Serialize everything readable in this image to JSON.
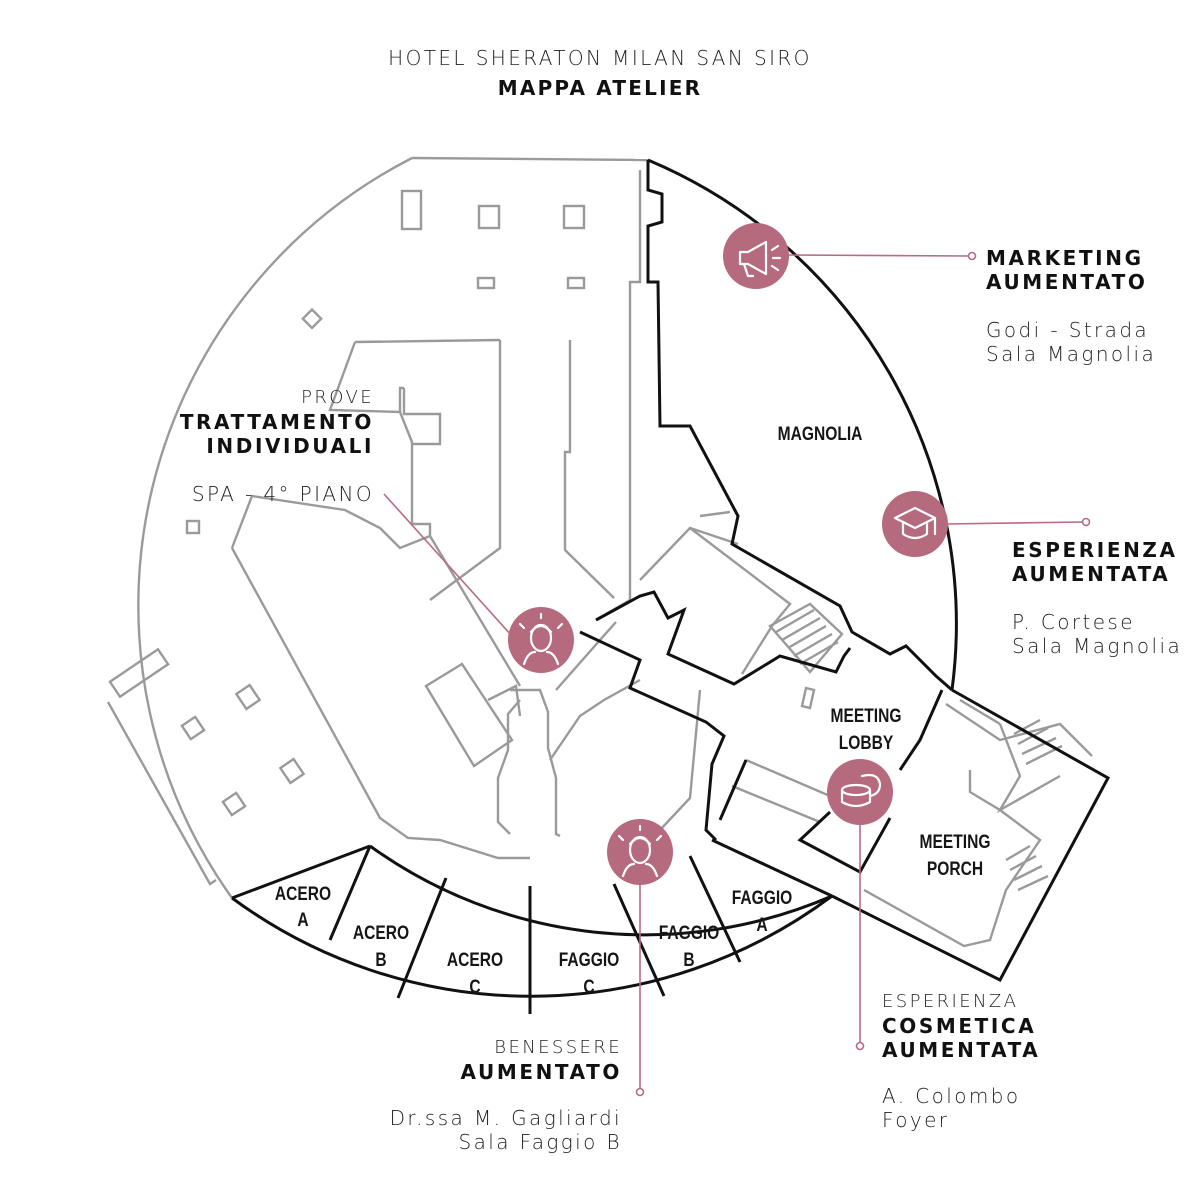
{
  "header": {
    "subtitle": "HOTEL SHERATON MILAN SAN SIRO",
    "title": "MAPPA ATELIER"
  },
  "rooms": {
    "magnolia": "MAGNOLIA",
    "meeting_lobby": [
      "MEETING",
      "LOBBY"
    ],
    "meeting_porch": [
      "MEETING",
      "PORCH"
    ],
    "acero_a": [
      "ACERO",
      "A"
    ],
    "acero_b": [
      "ACERO",
      "B"
    ],
    "acero_c": [
      "ACERO",
      "C"
    ],
    "faggio_c": [
      "FAGGIO",
      "C"
    ],
    "faggio_b": [
      "FAGGIO",
      "B"
    ],
    "faggio_a": [
      "FAGGIO",
      "A"
    ]
  },
  "annotations": {
    "marketing": {
      "title": [
        "MARKETING",
        "AUMENTATO"
      ],
      "desc": [
        "Godi - Strada",
        "Sala Magnolia"
      ],
      "icon": "megaphone-icon"
    },
    "esperienza": {
      "title": [
        "ESPERIENZA",
        "AUMENTATA"
      ],
      "desc": [
        "P. Cortese",
        "Sala Magnolia"
      ],
      "icon": "graduation-cap-icon"
    },
    "prove": {
      "pre": "PROVE",
      "title": [
        "TRATTAMENTO",
        "INDIVIDUALI"
      ],
      "desc": [
        "SPA - 4° PIANO"
      ],
      "icon": "face-treatment-icon"
    },
    "benessere": {
      "pre": "BENESSERE",
      "title": [
        "AUMENTATO"
      ],
      "desc": [
        "Dr.ssa M. Gagliardi",
        "Sala Faggio B"
      ],
      "icon": "face-treatment-icon"
    },
    "cosmetica": {
      "pre": "ESPERIENZA",
      "title": [
        "COSMETICA",
        "AUMENTATA"
      ],
      "desc": [
        "A. Colombo",
        "Foyer"
      ],
      "icon": "cream-jar-icon"
    }
  },
  "colors": {
    "accent": "#b56a7e",
    "leader": "#b96b80",
    "wall_light": "#9a9a9a",
    "wall_dark": "#111111"
  }
}
